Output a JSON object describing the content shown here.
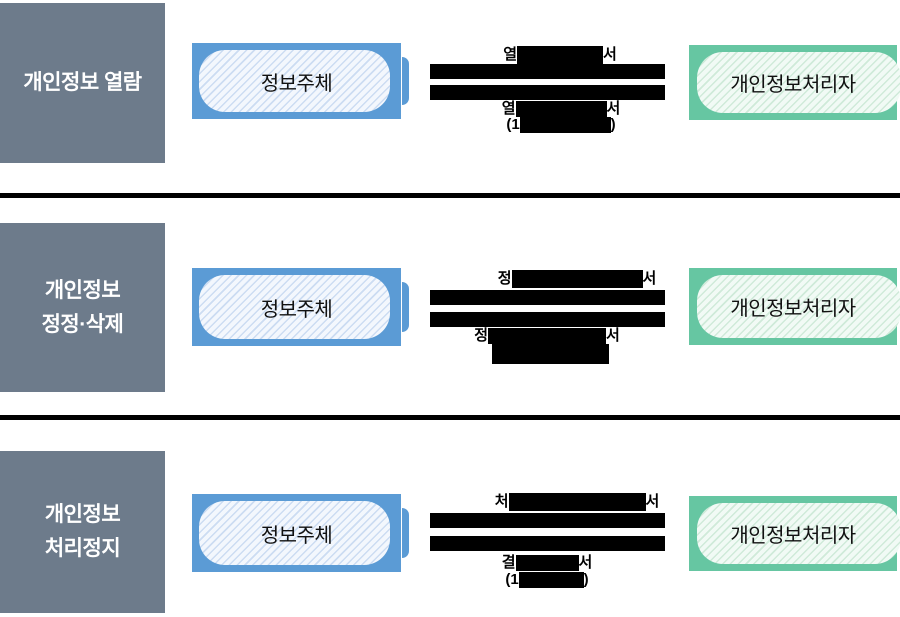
{
  "colors": {
    "page_bg": "#ffffff",
    "section_label_bg": "#6d7b8b",
    "section_label_text": "#ffffff",
    "subject_box_border": "#5b9bd5",
    "processor_box_border": "#66c6a2",
    "box_text": "#111111",
    "redaction_bar": "#000000"
  },
  "sections": [
    {
      "label_line1": "개인정보 열람",
      "label_line2": "",
      "subject": "정보주체",
      "processor": "개인정보처리자",
      "flow": {
        "request_prefix": "열",
        "request_suffix": "서",
        "reply1_prefix": "열",
        "reply1_suffix": "서",
        "reply2_prefix": "(1",
        "reply2_suffix": ")"
      }
    },
    {
      "label_line1": "개인정보",
      "label_line2": "정정·삭제",
      "subject": "정보주체",
      "processor": "개인정보처리자",
      "flow": {
        "request_prefix": "정",
        "request_suffix": "서",
        "reply1_prefix": "정",
        "reply1_suffix": "서",
        "reply2_prefix": "",
        "reply2_suffix": ""
      }
    },
    {
      "label_line1": "개인정보",
      "label_line2": "처리정지",
      "subject": "정보주체",
      "processor": "개인정보처리자",
      "flow": {
        "request_prefix": "처",
        "request_suffix": "서",
        "reply1_prefix": "결",
        "reply1_suffix": "서",
        "reply2_prefix": "(1",
        "reply2_suffix": ")"
      }
    }
  ]
}
